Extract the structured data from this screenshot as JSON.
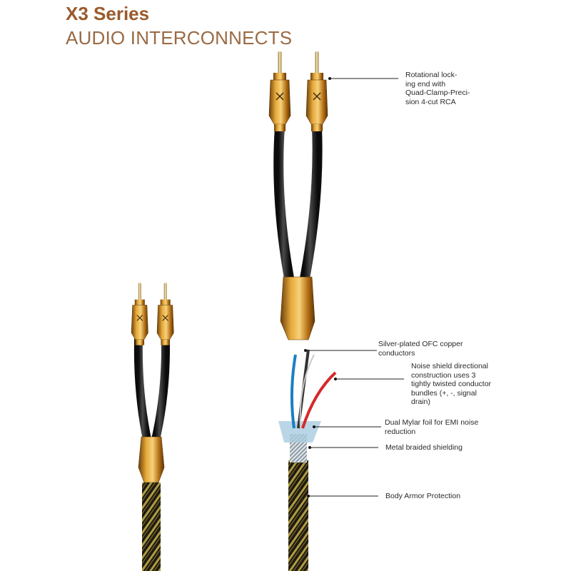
{
  "header": {
    "title": "X3 Series",
    "subtitle": "AUDIO INTERCONNECTS"
  },
  "callouts": [
    {
      "lines": [
        "Rotational lock-",
        "ing end with",
        "Quad-Clamp-Preci-",
        "sion 4-cut RCA"
      ]
    },
    {
      "lines": [
        "Silver-plated OFC copper",
        "conductors"
      ]
    },
    {
      "lines": [
        "Noise shield directional",
        "construction uses 3",
        "tightly twisted conductor",
        "bundles (+, -, signal",
        "drain)"
      ]
    },
    {
      "lines": [
        "Dual Mylar foil for EMI noise",
        "reduction"
      ]
    },
    {
      "lines": [
        "Metal braided shielding"
      ]
    },
    {
      "lines": [
        "Body Armor Protection"
      ]
    }
  ],
  "colors": {
    "title": "#9a5a2c",
    "subtitle": "#9a6a44",
    "gold": "#c98a1f",
    "cable": "#1b1b1b",
    "braid": "#c9b24a"
  },
  "icons": {
    "connector_mark": "x-logo-icon"
  }
}
